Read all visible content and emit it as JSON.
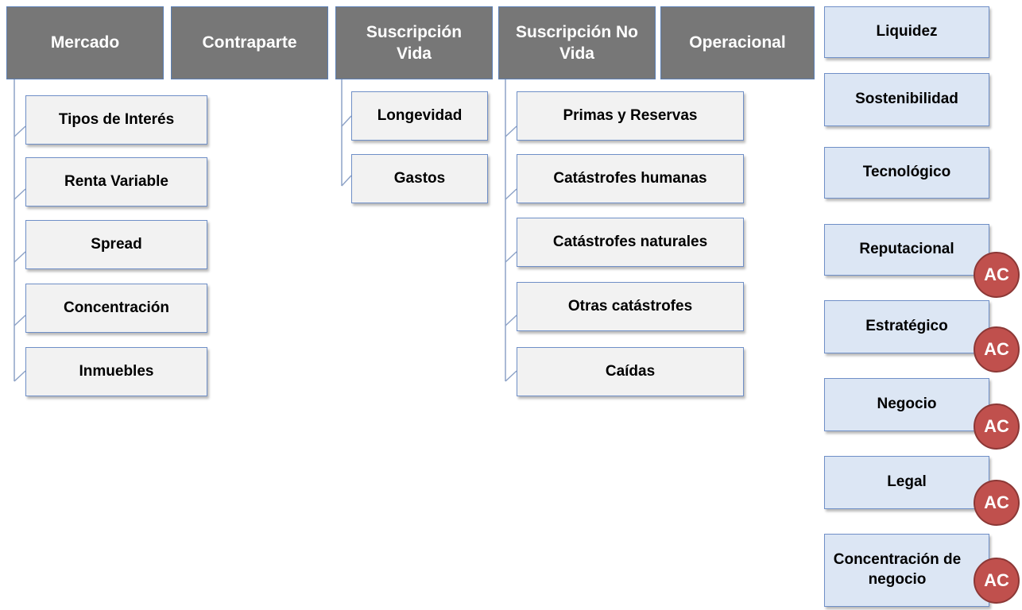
{
  "headers": {
    "mercado": "Mercado",
    "contraparte": "Contraparte",
    "suscripcion_vida": "Suscripción Vida",
    "suscripcion_no_vida": "Suscripción No Vida",
    "operacional": "Operacional"
  },
  "mercado_items": [
    "Tipos de Interés",
    "Renta Variable",
    "Spread",
    "Concentración",
    "Inmuebles"
  ],
  "vida_items": [
    "Longevidad",
    "Gastos"
  ],
  "no_vida_items": [
    "Primas y Reservas",
    "Catástrofes humanas",
    "Catástrofes naturales",
    "Otras catástrofes",
    "Caídas"
  ],
  "other_risks": [
    "Liquidez",
    "Sostenibilidad",
    "Tecnológico",
    "Reputacional",
    "Estratégico",
    "Negocio",
    "Legal",
    "Concentración de negocio"
  ],
  "ac_label": "AC",
  "colors": {
    "header_fill": "#777777",
    "sub_fill": "#f2f2f2",
    "side_fill": "#dce6f4",
    "border": "#6f8fc7",
    "ac_fill": "#c0504d"
  }
}
